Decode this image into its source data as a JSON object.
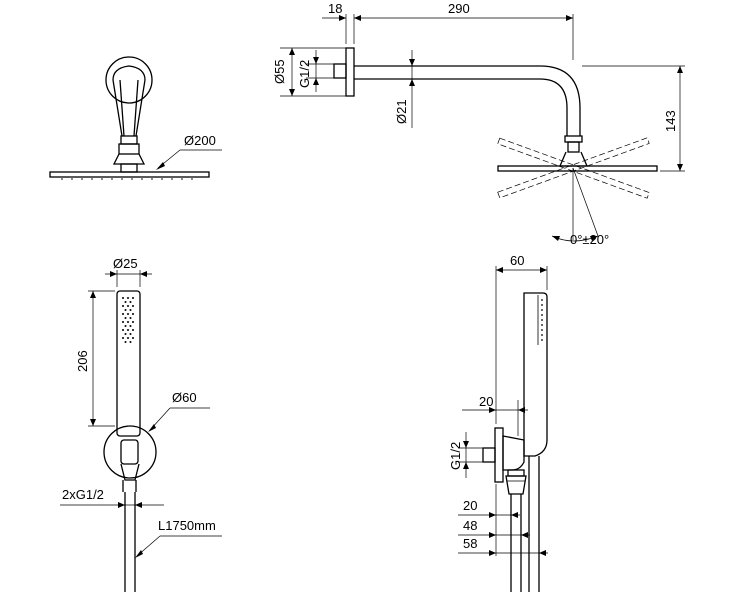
{
  "labels": {
    "d200": "Ø200",
    "len18": "18",
    "len290": "290",
    "d55": "Ø55",
    "g12_top": "G1/2",
    "d21": "Ø21",
    "len143": "143",
    "angle": "0°±20°",
    "d25": "Ø25",
    "len206": "206",
    "d60": "Ø60",
    "g2x12": "2xG1/2",
    "hose": "L1750mm",
    "len60": "60",
    "len20a": "20",
    "g12_bottom": "G1/2",
    "len20b": "20",
    "len48": "48",
    "len58": "58"
  }
}
